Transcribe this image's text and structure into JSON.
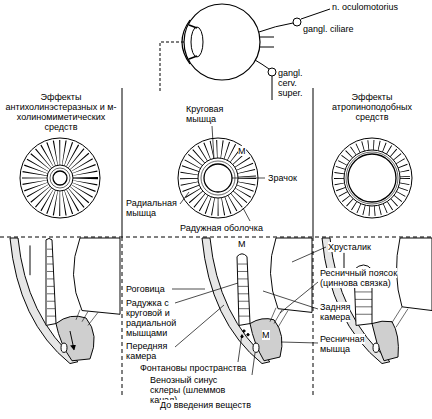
{
  "diagram": {
    "caption": "До введения веществ",
    "labels": [
      "n. oculomotorius",
      "gangl. ciliare",
      "gangl. cerv. super.",
      "Эффекты антихолинэстеразных и м-холиномиметических средств",
      "Эффекты атропиноподобных средств",
      "Круговая мышца",
      "M",
      "Зрачок",
      "Радиальная мышца",
      "Радужная оболочка",
      "Хрусталик",
      "M",
      "Роговица",
      "Ресничный поясок (циннова связка)",
      "Радужка с круговой и радиальной мышцами",
      "Задняя камера",
      "Передняя камера",
      "M",
      "Ресничная мышца",
      "Фонтановы пространства",
      "Венозный синус склеры (шлеммов канал)"
    ]
  }
}
